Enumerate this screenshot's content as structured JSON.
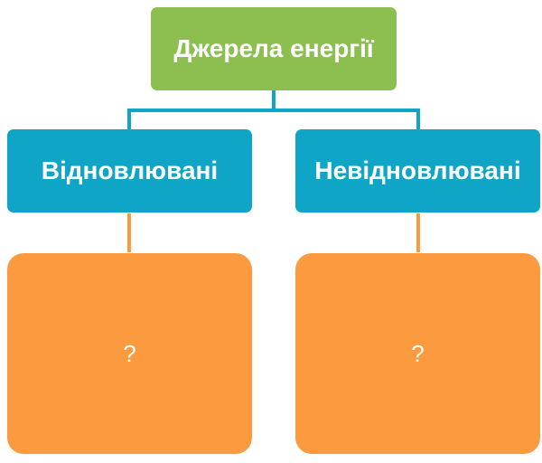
{
  "diagram": {
    "root": {
      "label": "Джерела енергії"
    },
    "branches": [
      {
        "label": "Відновлювані",
        "child": {
          "label": "?"
        }
      },
      {
        "label": "Невідновлювані",
        "child": {
          "label": "?"
        }
      }
    ]
  },
  "colors": {
    "root_fill": "#8CBF50",
    "branch_fill": "#0EA5C6",
    "leaf_fill": "#FB9A3F",
    "branch_connector": "#0EA5C6",
    "leaf_connector": "#FB9A3F"
  }
}
